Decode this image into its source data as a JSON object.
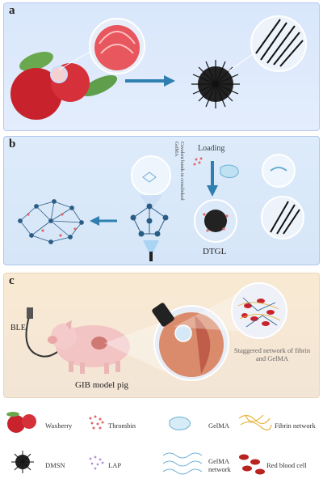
{
  "panels": {
    "a": {
      "label": "a"
    },
    "b": {
      "label": "b",
      "loading": "Loading",
      "covalent": "Covalent bonds in crosslinked GelMA",
      "dtgl": "DTGL"
    },
    "c": {
      "label": "c",
      "ble": "BLE",
      "pig": "GIB model pig",
      "network": "Staggered network of fibrin and GelMA"
    }
  },
  "legend": {
    "items": [
      {
        "label": "Waxberry"
      },
      {
        "label": "Thrombin"
      },
      {
        "label": "GelMA"
      },
      {
        "label": "Fibrin network"
      },
      {
        "label": "DMSN"
      },
      {
        "label": "LAP"
      },
      {
        "label": "GelMA network"
      },
      {
        "label": "Red blood cell"
      }
    ]
  },
  "colors": {
    "accent": "#2f7fb0",
    "berry": "#c8232c",
    "panel_a": "#dde9fb",
    "panel_c": "#f6e8d4"
  }
}
